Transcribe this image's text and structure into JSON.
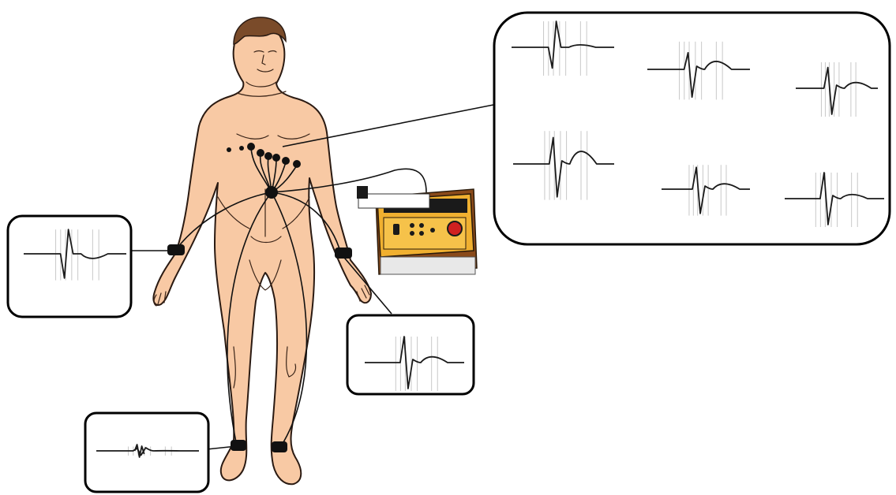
{
  "colors": {
    "skin": "#f8c9a4",
    "skin_outline": "#2a1a12",
    "hair": "#7a4b2a",
    "electrode": "#111111",
    "lead_wire": "#111111",
    "panel_border": "#000000",
    "trace": "#1a1a1a",
    "grid_line": "#c8c8c8",
    "machine_body": "#f0b030",
    "machine_base": "#8a4a1a",
    "machine_dial": "#d02020"
  },
  "figure": {
    "subject": "human-body-front",
    "electrodes": {
      "chest_precordial": 6,
      "limb": 4
    }
  },
  "panels": {
    "precordial_leads": {
      "trace_count": 6
    },
    "right_arm": {
      "trace_count": 1
    },
    "left_arm": {
      "trace_count": 1
    },
    "right_leg": {
      "trace_count": 1
    }
  },
  "device": {
    "name": "ecg-machine",
    "icons": [
      "dial-icon",
      "button-icon",
      "display-icon",
      "printer-icon"
    ]
  }
}
